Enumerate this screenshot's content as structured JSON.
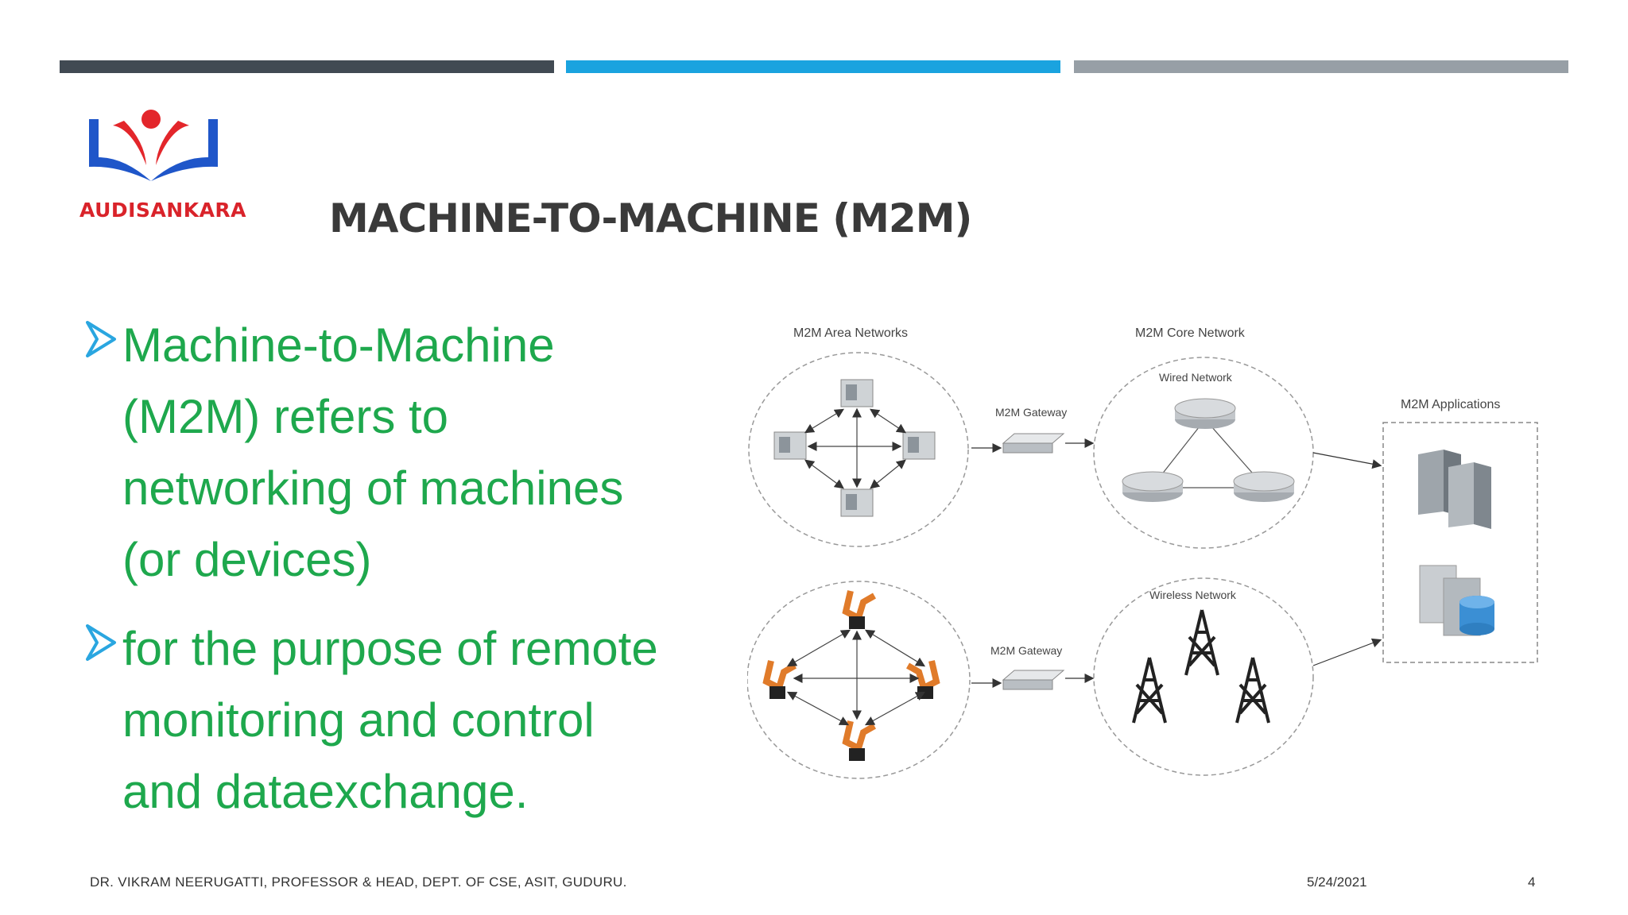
{
  "slide": {
    "title": "MACHINE-TO-MACHINE (M2M)",
    "logo_text": "AUDISANKARA",
    "bullets": [
      "Machine-to-Machine\n(M2M) refers to\nnetworking of machines\n(or devices)",
      "for the purpose of remote\nmonitoring and control\nand dataexchange."
    ],
    "footer": {
      "author": "DR. VIKRAM NEERUGATTI, PROFESSOR & HEAD, DEPT. OF CSE, ASIT, GUDURU.",
      "date": "5/24/2021",
      "page_number": "4"
    }
  },
  "diagram": {
    "area_networks_label": "M2M Area Networks",
    "core_network_label": "M2M Core Network",
    "wired_network_label": "Wired Network",
    "wireless_network_label": "Wireless Network",
    "gateway_top_label": "M2M Gateway",
    "gateway_bottom_label": "M2M Gateway",
    "applications_label": "M2M Applications"
  },
  "colors": {
    "bar_dark": "#414a53",
    "bar_blue": "#1aa3df",
    "bar_gray": "#979fa6",
    "title": "#3a3a3a",
    "bullet_text": "#1ea84d",
    "bullet_arrow": "#2aa6e0",
    "logo_red": "#e3262b",
    "logo_blue": "#1f56c9"
  }
}
